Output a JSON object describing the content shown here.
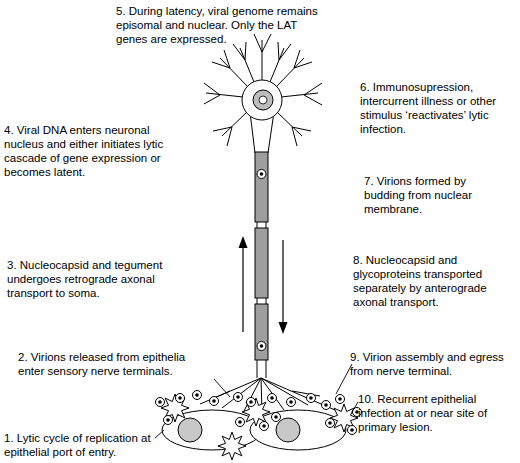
{
  "diagram": {
    "labels": [
      "5. During latency, viral genome remains episomal and nuclear. Only the LAT genes are expressed.",
      "6. Immunosupression, intercurrent illness or other stimulus ‘reactivates’ lytic infection.",
      "4. Viral DNA enters neuronal nucleus and either initiates lytic cascade of gene expression or becomes latent.",
      "7. Virions formed by budding from nuclear membrane.",
      "8. Nucleocapsid and glycoproteins transported separately by anterograde axonal transport.",
      "3. Nucleocapsid and tegument undergoes retrograde axonal transport to soma.",
      "2. Virions released from epithelia enter sensory nerve terminals.",
      "9. Virion assembly and egress from nerve terminal.",
      "10. Recurrent epithelial infection at or near site of primary lesion.",
      "1. Lytic cycle of replication at epithelial port of entry."
    ]
  }
}
